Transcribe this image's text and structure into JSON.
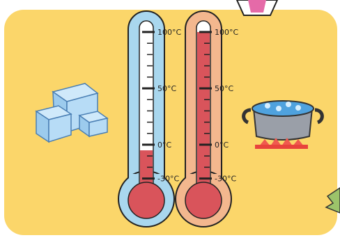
{
  "illustration": {
    "background_color": "#fbd66a",
    "icons": [
      "ice-cubes-icon",
      "boiling-pot-icon",
      "flame-icon",
      "leaf-icon",
      "pencil-icon"
    ]
  },
  "thermometers": [
    {
      "name": "cold-thermometer",
      "outline_color": "#a9d7ee",
      "fill_color": "#d9545b",
      "reading_celsius": -5,
      "labels": [
        "100°C",
        "50°C",
        "0°C",
        "-30°C"
      ]
    },
    {
      "name": "hot-thermometer",
      "outline_color": "#f3b78e",
      "fill_color": "#d9545b",
      "reading_celsius": 100,
      "labels": [
        "100°C",
        "50°C",
        "0°C",
        "-30°C"
      ]
    }
  ]
}
